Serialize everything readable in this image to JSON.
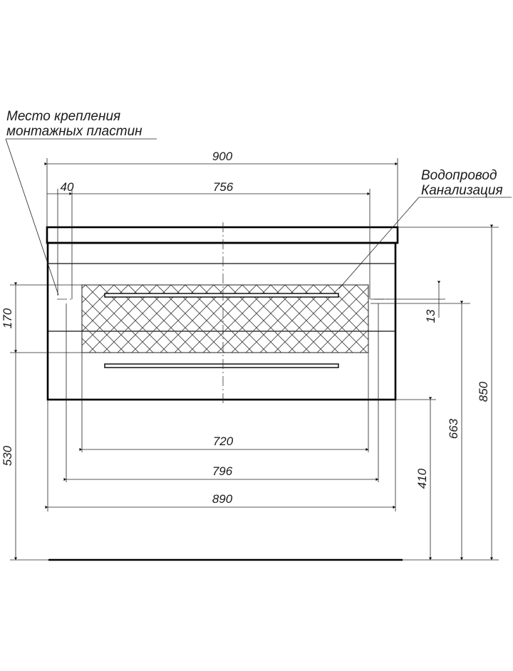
{
  "callouts": {
    "mounting_line1": "Место крепления",
    "mounting_line2": "монтажных пластин",
    "water": "Водопровод",
    "sewer": "Канализация"
  },
  "dimensions": {
    "top_width": "900",
    "offset": "40",
    "inner_width": "756",
    "zone_height": "170",
    "pipe_offset": "13",
    "zone_width": "720",
    "span_796": "796",
    "bottom_width": "890",
    "mount_height": "530",
    "pipe_height": "410",
    "top_height": "663",
    "total_height": "850"
  },
  "colors": {
    "line": "#000000",
    "background": "#ffffff"
  }
}
